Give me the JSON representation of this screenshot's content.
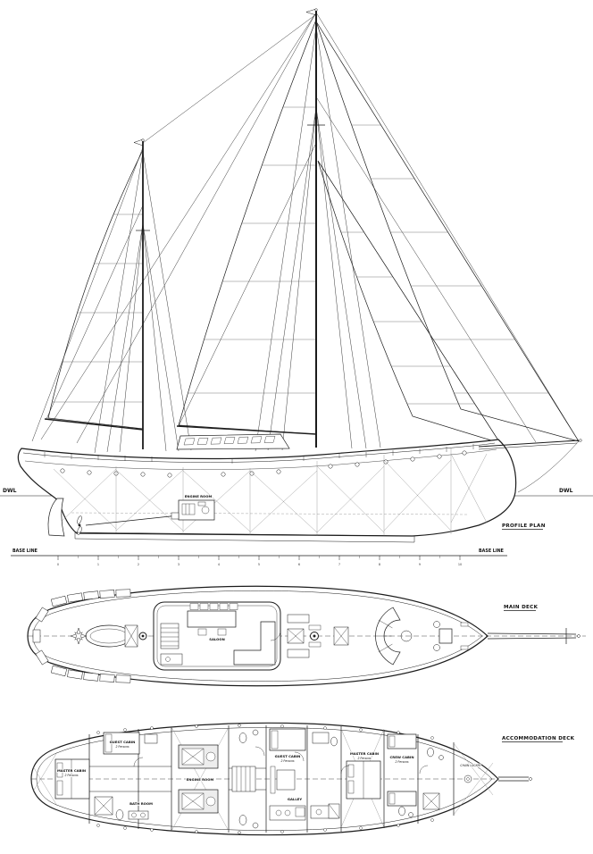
{
  "drawing": {
    "ink_color": "#1c1c1c",
    "background": "#ffffff"
  },
  "profile": {
    "title": "PROFILE PLAN",
    "waterline_label": "DWL",
    "baseline_label": "BASE LINE",
    "engine_room_label": "ENGINE ROOM",
    "stations": [
      "0",
      "1",
      "2",
      "3",
      "4",
      "5",
      "6",
      "7",
      "8",
      "9",
      "10"
    ]
  },
  "main_deck": {
    "title": "MAIN DECK",
    "saloon_label": "SALOON"
  },
  "accommodation": {
    "title": "ACCOMMODATION DECK",
    "rooms": {
      "guest_cabin_aft": {
        "name": "GUEST CABIN",
        "capacity": "2 Persons"
      },
      "master_cabin_aft": {
        "name": "MASTER CABIN",
        "capacity": "2 Persons"
      },
      "bath_room": {
        "name": "BATH ROOM"
      },
      "engine_room": {
        "name": "ENGINE ROOM"
      },
      "guest_cabin_mid": {
        "name": "GUEST CABIN",
        "capacity": "2 Persons"
      },
      "galley": {
        "name": "GALLEY"
      },
      "master_cabin_fwd": {
        "name": "MASTER CABIN",
        "capacity": "2 Persons"
      },
      "crew_cabin": {
        "name": "CREW CABIN",
        "capacity": "2 Persons"
      },
      "chain_locker": {
        "name": "CHAIN LOCKER"
      }
    }
  }
}
